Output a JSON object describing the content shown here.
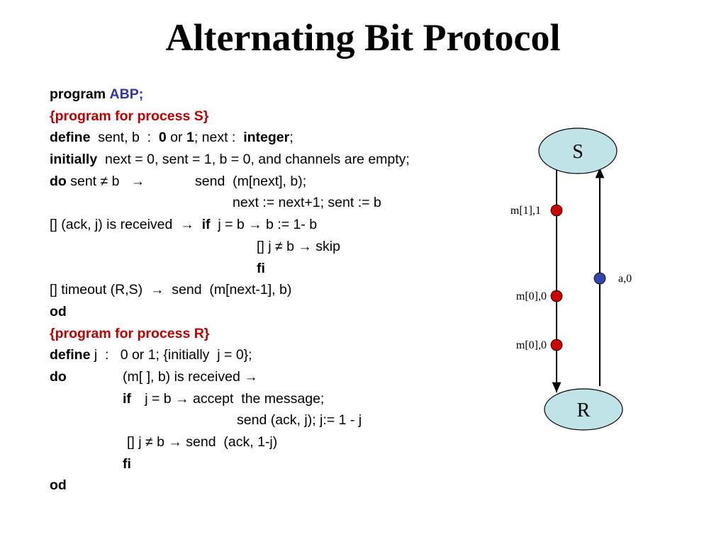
{
  "title": "Alternating Bit Protocol",
  "code": {
    "l1": {
      "kw": "program",
      "name": "ABP;"
    },
    "l2": "{program for process S}",
    "l3": {
      "kw": "define",
      "a": "  sent, b  :  ",
      "zero": "0",
      "or": " or ",
      "one": "1",
      "b2": "; next :  ",
      "int": "integer",
      "end": ";"
    },
    "l4": {
      "kw": "initially",
      "rest": "  next = 0, sent = 1, b = 0, and channels are empty;"
    },
    "l5": {
      "kw": "do",
      "rest": " sent ≠ b   →",
      "send": "send  (m[next], b);"
    },
    "l6": "next := next+1; sent := b",
    "l7": {
      "a": "[] (ack, j) is received  →  ",
      "kw": "if",
      "rest": "  j = b → b := 1- b"
    },
    "l8": "[] j ≠ b → skip",
    "l9": "fi",
    "l10": "[] timeout (R,S)  →  send  (m[next-1], b)",
    "l11": "od",
    "l12": "{program for process R}",
    "l13": {
      "kw": "define",
      "rest": " j  :   0 or 1; {initially  j = 0};"
    },
    "l14": {
      "kw": "do",
      "rest": "(m[ ], b) is received →"
    },
    "l15": {
      "kw": "if",
      "rest": "   j = b → accept  the message;"
    },
    "l16": "send (ack, j); j:= 1 - j",
    "l17": "[] j ≠ b → send  (ack, 1-j)",
    "l18": "fi",
    "l19": "od"
  },
  "diagram": {
    "sender": "S",
    "receiver": "R",
    "messages": [
      "m[1],1",
      "m[0],0",
      "m[0],0"
    ],
    "ack": "a,0",
    "colors": {
      "node_fill": "#bfe3e6",
      "message": "#cc0000",
      "ack": "#3344aa"
    }
  }
}
